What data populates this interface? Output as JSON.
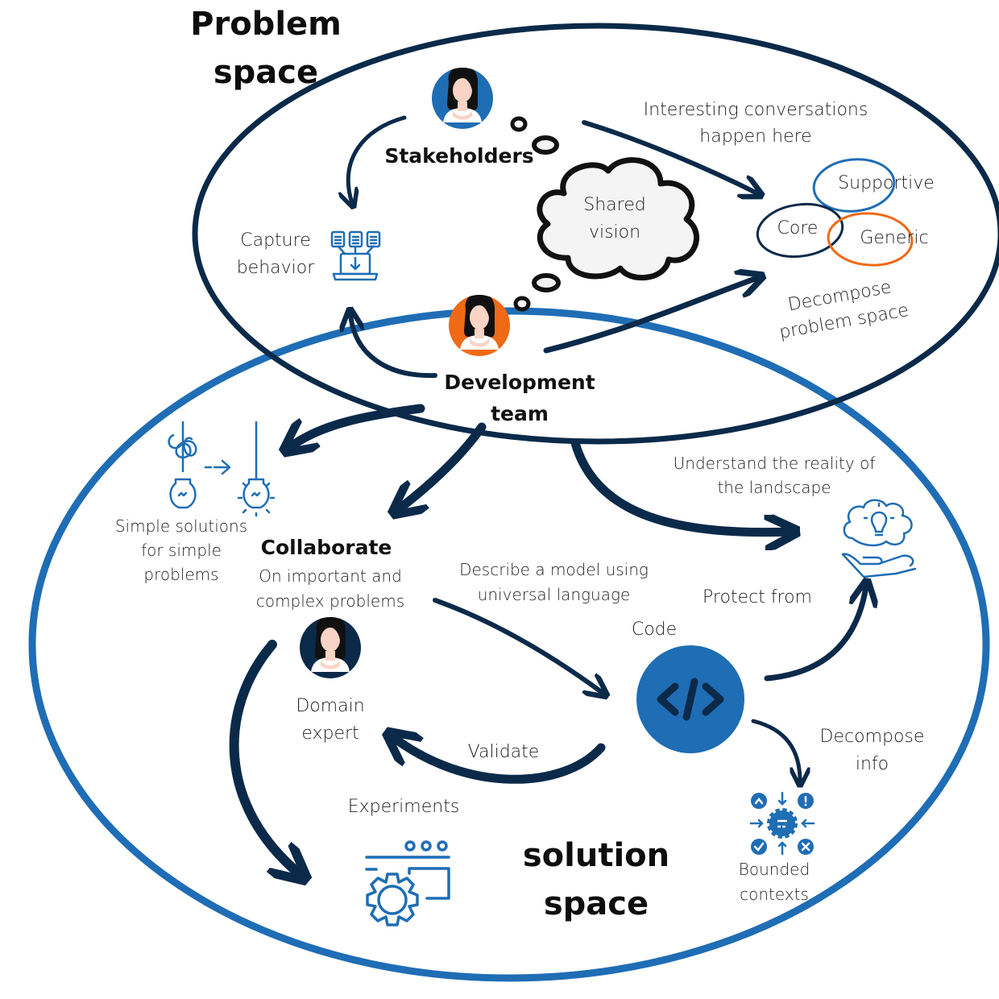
{
  "colors": {
    "navy": "#0b2a4a",
    "blue": "#1f6db5",
    "orange": "#ef6a16",
    "cloud_fill": "#f4f4f4",
    "skin": "#f9d4c4",
    "hair": "#111111"
  },
  "problem_space": {
    "title_line1": "Problem",
    "title_line2": "space"
  },
  "solution_space": {
    "title_line1": "solution",
    "title_line2": "space"
  },
  "nodes": {
    "stakeholders": {
      "label": "Stakeholders",
      "avatar_color": "blue",
      "icon": "person-avatar"
    },
    "development_team": {
      "label_line1": "Development",
      "label_line2": "team",
      "avatar_color": "orange",
      "icon": "person-avatar"
    },
    "domain_expert": {
      "label_line1": "Domain",
      "label_line2": "expert",
      "avatar_color": "navy",
      "icon": "person-avatar"
    },
    "shared_vision": {
      "label_line1": "Shared",
      "label_line2": "vision",
      "icon": "thought-cloud"
    },
    "capture_behavior": {
      "label_line1": "Capture",
      "label_line2": "behavior",
      "icon": "documents-to-laptop-icon"
    },
    "code": {
      "label": "Code",
      "icon": "code-brackets-icon"
    },
    "bounded_contexts": {
      "label_line1": "Bounded",
      "label_line2": "contexts",
      "icon": "gear-hub-icon"
    },
    "experiments": {
      "label": "Experiments",
      "icon": "gear-window-icon"
    },
    "simple_solutions": {
      "label_line1": "Simple solutions",
      "label_line2": "for simple",
      "label_line3": "problems",
      "icon": "tangled-to-lit-bulb-icon"
    },
    "landscape": {
      "icon": "brain-in-hand-icon"
    }
  },
  "subdomains": {
    "supportive": {
      "label": "Supportive",
      "ring_color": "blue"
    },
    "core": {
      "label": "Core",
      "ring_color": "navy"
    },
    "generic": {
      "label": "Generic",
      "ring_color": "orange"
    }
  },
  "annotations": {
    "interesting_line1": "Interesting conversations",
    "interesting_line2": "happen here",
    "decompose_problem_line1": "Decompose",
    "decompose_problem_line2": "problem space",
    "collaborate_title": "Collaborate",
    "collaborate_line1": "On important and",
    "collaborate_line2": "complex problems",
    "describe_line1": "Describe a model using",
    "describe_line2": "universal language",
    "understand_line1": "Understand the reality of",
    "understand_line2": "the landscape",
    "protect_from": "Protect from",
    "validate": "Validate",
    "decompose_info_line1": "Decompose",
    "decompose_info_line2": "info"
  }
}
